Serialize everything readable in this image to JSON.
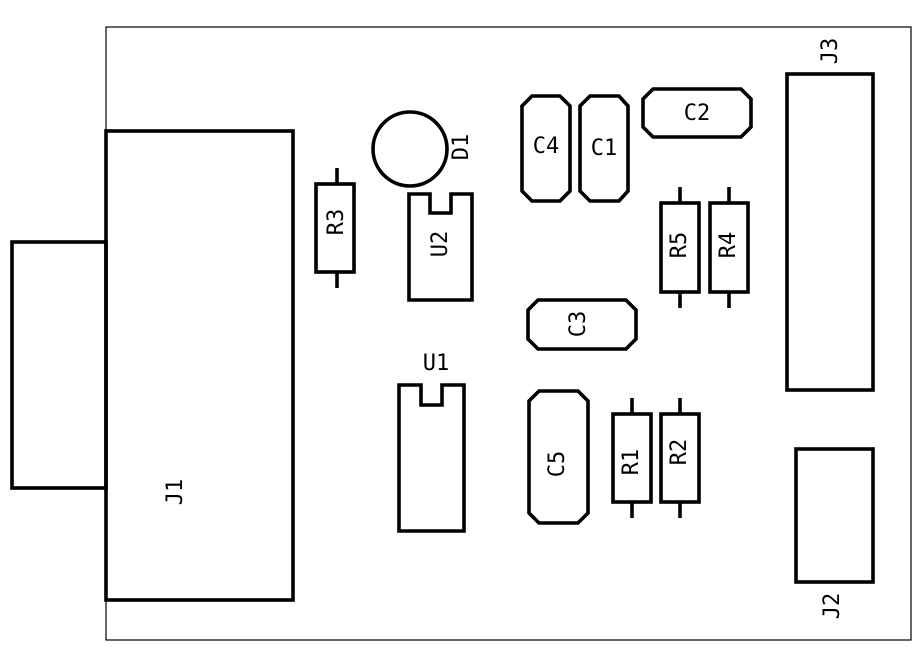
{
  "board": {
    "refdes": {
      "J1": "J1",
      "J2": "J2",
      "J3": "J3",
      "U1": "U1",
      "U2": "U2",
      "D1": "D1",
      "C1": "C1",
      "C2": "C2",
      "C3": "C3",
      "C4": "C4",
      "C5": "C5",
      "R1": "R1",
      "R2": "R2",
      "R3": "R3",
      "R4": "R4",
      "R5": "R5"
    }
  }
}
